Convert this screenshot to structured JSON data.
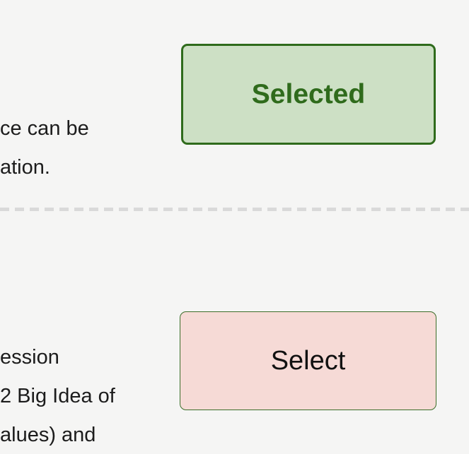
{
  "rows": [
    {
      "text_lines": {
        "0": "ce can be",
        "1": "ation."
      },
      "button": {
        "label": "Selected",
        "state": "selected"
      }
    },
    {
      "text_lines": {
        "0": "ession",
        "1": "2 Big Idea of",
        "2": "alues) and"
      },
      "button": {
        "label": "Select",
        "state": "unselected"
      }
    }
  ],
  "colors": {
    "page_background": "#f5f5f4",
    "selected_button_bg": "#cde0c5",
    "selected_button_border": "#2f6b1c",
    "selected_button_text": "#2f6b1c",
    "select_button_bg": "#f6dad6",
    "select_button_border": "#3c6e2a",
    "select_button_text": "#111111",
    "divider": "#d9d9d9",
    "body_text": "#1c1c1c"
  }
}
